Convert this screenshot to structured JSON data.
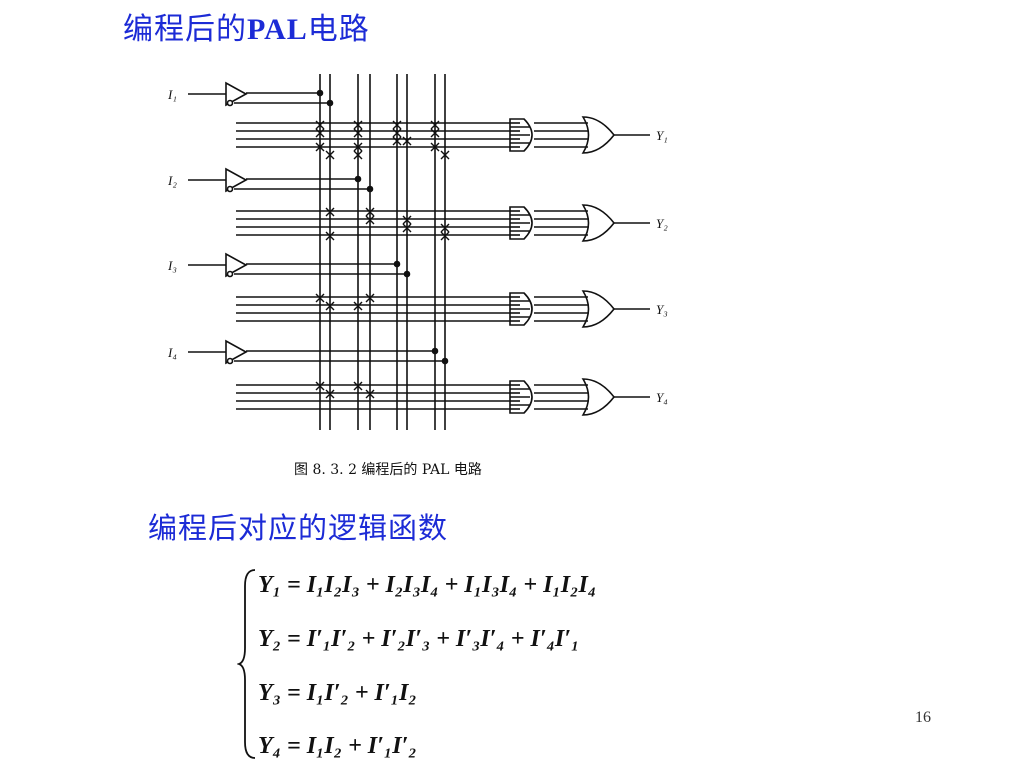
{
  "title": {
    "prefix": "编程后的",
    "bold": "PAL",
    "suffix": "电路"
  },
  "figure": {
    "caption": "图 8. 3. 2    编程后的 PAL 电路",
    "inputs": [
      "I₁",
      "I₂",
      "I₃",
      "I₄"
    ],
    "outputs": [
      "Y₁",
      "Y₂",
      "Y₃",
      "Y₄"
    ]
  },
  "subtitle": "编程后对应的逻辑函数",
  "equations": [
    "Y₁ = I₁I₂I₃ + I₂I₃I₄ + I₁I₃I₄ + I₁I₂I₄",
    "Y₂ = I′₁I′₂ + I′₂I′₃ + I′₃I′₄ + I′₄I′₁",
    "Y₃ = I₁I′₂ + I′₁I₂",
    "Y₄ = I₁I₂ + I′₁I′₂"
  ],
  "page_number": "16"
}
